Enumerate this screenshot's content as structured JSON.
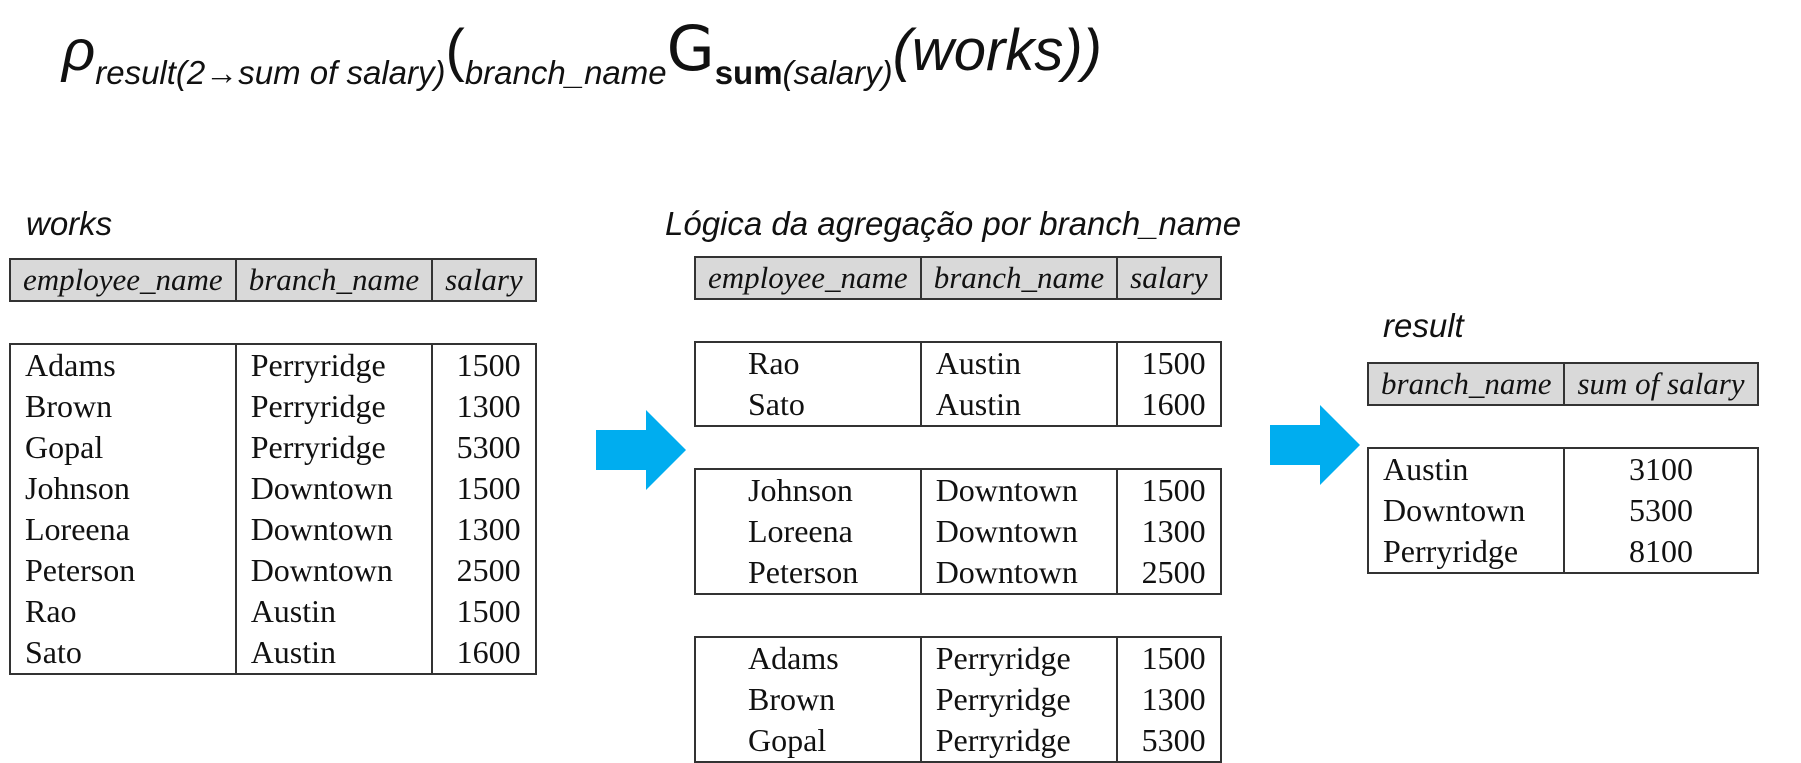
{
  "formula": {
    "rho": "ρ",
    "rho_sub": "result(2→sum of salary)",
    "open_paren": "(",
    "group_attr": "branch_name",
    "G": "G",
    "agg_func": "sum",
    "agg_arg": "(salary)",
    "relation": "(works))"
  },
  "works": {
    "caption": "works",
    "headers": [
      "employee_name",
      "branch_name",
      "salary"
    ],
    "rows": [
      [
        "Adams",
        "Perryridge",
        "1500"
      ],
      [
        "Brown",
        "Perryridge",
        "1300"
      ],
      [
        "Gopal",
        "Perryridge",
        "5300"
      ],
      [
        "Johnson",
        "Downtown",
        "1500"
      ],
      [
        "Loreena",
        "Downtown",
        "1300"
      ],
      [
        "Peterson",
        "Downtown",
        "2500"
      ],
      [
        "Rao",
        "Austin",
        "1500"
      ],
      [
        "Sato",
        "Austin",
        "1600"
      ]
    ]
  },
  "grouped": {
    "caption": "Lógica da agregação por branch_name",
    "headers": [
      "employee_name",
      "branch_name",
      "salary"
    ],
    "groups": [
      [
        [
          "Rao",
          "Austin",
          "1500"
        ],
        [
          "Sato",
          "Austin",
          "1600"
        ]
      ],
      [
        [
          "Johnson",
          "Downtown",
          "1500"
        ],
        [
          "Loreena",
          "Downtown",
          "1300"
        ],
        [
          "Peterson",
          "Downtown",
          "2500"
        ]
      ],
      [
        [
          "Adams",
          "Perryridge",
          "1500"
        ],
        [
          "Brown",
          "Perryridge",
          "1300"
        ],
        [
          "Gopal",
          "Perryridge",
          "5300"
        ]
      ]
    ]
  },
  "result": {
    "caption": "result",
    "headers": [
      "branch_name",
      "sum of salary"
    ],
    "rows": [
      [
        "Austin",
        "3100"
      ],
      [
        "Downtown",
        "5300"
      ],
      [
        "Perryridge",
        "8100"
      ]
    ]
  },
  "colors": {
    "arrow": "#00adef",
    "header_bg": "#d9d9d9"
  }
}
